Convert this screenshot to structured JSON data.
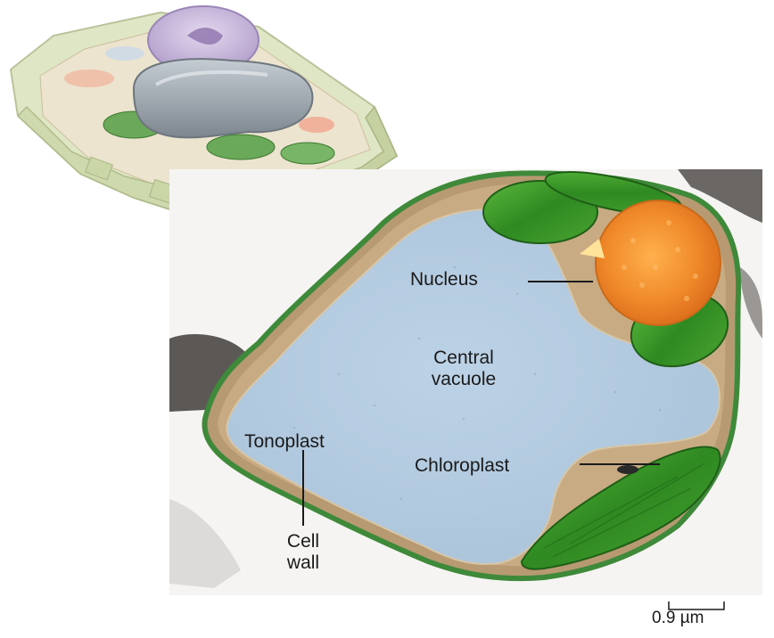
{
  "labels": {
    "nucleus": "Nucleus",
    "central_vacuole_line1": "Central",
    "central_vacuole_line2": "vacuole",
    "tonoplast": "Tonoplast",
    "chloroplast": "Chloroplast",
    "cell_wall_line1": "Cell",
    "cell_wall_line2": "wall"
  },
  "scale_bar": {
    "label": "0.9 µm"
  },
  "colors": {
    "vacuole": "#b4cbe0",
    "cytoplasm": "#c8a77e",
    "cell_wall_green": "#3f8a3a",
    "chloroplast": "#3e9a2a",
    "nucleus": "#f08a2a",
    "micrograph_bg": "#f5f4f3",
    "model_wall": "#d9e2bf",
    "model_nucleus": "#c7b7d9",
    "model_vacuole": "#9aa3ab"
  }
}
